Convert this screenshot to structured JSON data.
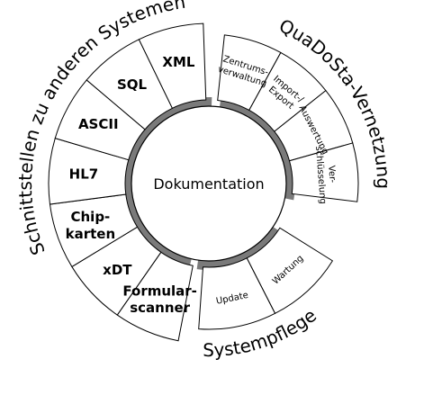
{
  "center": {
    "label": "Dokumentation"
  },
  "groups": {
    "left": {
      "title": "Schnittstellen zu anderen Systemen",
      "items": [
        "XML",
        "SQL",
        "ASCII",
        "HL7",
        "Chip-|karten",
        "xDT",
        "Formular-|scanner"
      ]
    },
    "right": {
      "title": "QuaDoSta-Vernetzung",
      "items": [
        "Zentrums-|verwaltung",
        "Import-/|Export",
        "Auswertung",
        "Ver-|schlüsselung"
      ]
    },
    "bottom": {
      "title": "Systempflege",
      "items": [
        "Wartung",
        "Update"
      ]
    }
  },
  "colors": {
    "line": "#000000",
    "shadow": "#7a7a7a",
    "fill": "#ffffff"
  }
}
